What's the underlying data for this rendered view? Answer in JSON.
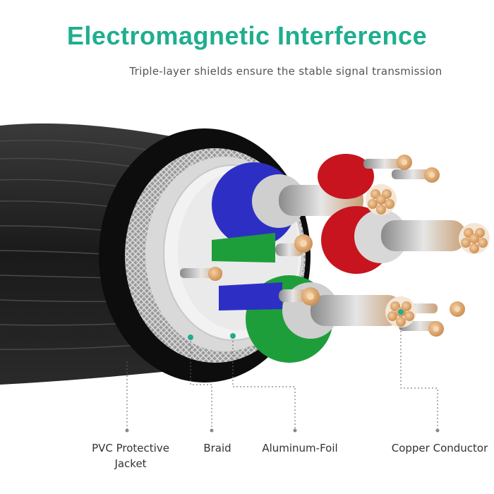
{
  "header": {
    "title": "Electromagnetic Interference",
    "subtitle": "Triple-layer shields ensure the stable signal transmission"
  },
  "callouts": {
    "jacket_line1": "PVC Protective",
    "jacket_line2": "Jacket",
    "braid": "Braid",
    "foil": "Aluminum-Foil",
    "conductor": "Copper Conductor"
  },
  "colors": {
    "title": "#1fae8f",
    "jacket": "#1c1c1c",
    "red_pair": "#c8141e",
    "blue_pair": "#2d2fc4",
    "green_pair": "#1e9e3a",
    "foil": "#e8e8e8",
    "copper": "#e8a868",
    "callout_line": "#666666"
  }
}
